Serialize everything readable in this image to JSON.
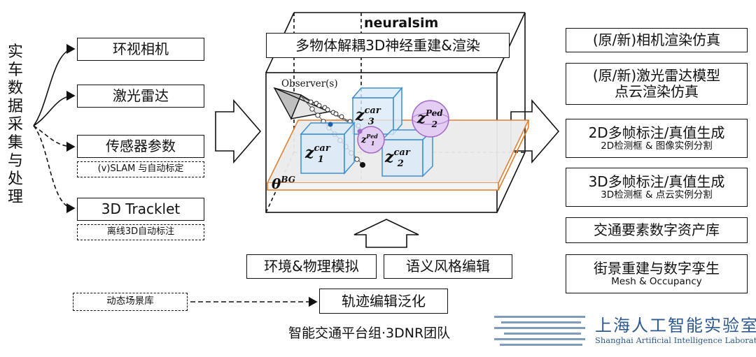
{
  "left": {
    "title_chars": [
      "实",
      "车",
      "数",
      "据",
      "采",
      "集",
      "与",
      "处",
      "理"
    ],
    "items": [
      {
        "label": "环视相机",
        "note": ""
      },
      {
        "label": "激光雷达",
        "note": ""
      },
      {
        "label": "传感器参数",
        "note": "(v)SLAM 与自动标定"
      },
      {
        "label": "3D Tracklet",
        "note": "离线3D自动标注"
      }
    ],
    "scene_lib": "动态场景库"
  },
  "center": {
    "name": "neuralsim",
    "banner": "多物体解耦3D神经重建&渲染",
    "observer": "Observer(s)",
    "latent": {
      "z3car": {
        "base": "z",
        "sub": "3",
        "sup": "car"
      },
      "z1car": {
        "base": "z",
        "sub": "1",
        "sup": "car"
      },
      "z2car": {
        "base": "z",
        "sub": "2",
        "sup": "car"
      },
      "z2ped": {
        "base": "z",
        "sub": "2",
        "sup": "Ped"
      },
      "z1ped": {
        "base": "z",
        "sub": "1",
        "sup": "Ped"
      },
      "bg": {
        "base": "θ",
        "sup": "BG"
      }
    },
    "bottom": [
      "环境&物理模拟",
      "语义风格编辑"
    ],
    "traj": "轨迹编辑泛化"
  },
  "right": {
    "items": [
      {
        "line1": "(原/新)相机渲染仿真",
        "line2": "",
        "sub": ""
      },
      {
        "line1": "(原/新)激光雷达模型",
        "line2": "点云渲染仿真",
        "sub": ""
      },
      {
        "line1": "2D多帧标注/真值生成",
        "line2": "",
        "sub": "2D检测框 & 图像实例分割"
      },
      {
        "line1": "3D多帧标注/真值生成",
        "line2": "",
        "sub": "3D检测框 & 点云实例分割"
      },
      {
        "line1": "交通要素数字资产库",
        "line2": "",
        "sub": ""
      },
      {
        "line1": "街景重建与数字孪生",
        "line2": "",
        "sub": "Mesh & Occupancy"
      }
    ]
  },
  "footer": {
    "team": "智能交通平台组·3DNR团队",
    "lab_cn": "上海人工智能实验室",
    "lab_en": "Shanghai Artificial Intelligence Laboratory"
  },
  "colors": {
    "cube": "#3f8fd1",
    "cube_fill": "#dbeaf8",
    "ped": "#a267c8",
    "ped_fill": "#e3cdf3",
    "plane": "#e07b2a",
    "lab": "#2f5a8f"
  }
}
